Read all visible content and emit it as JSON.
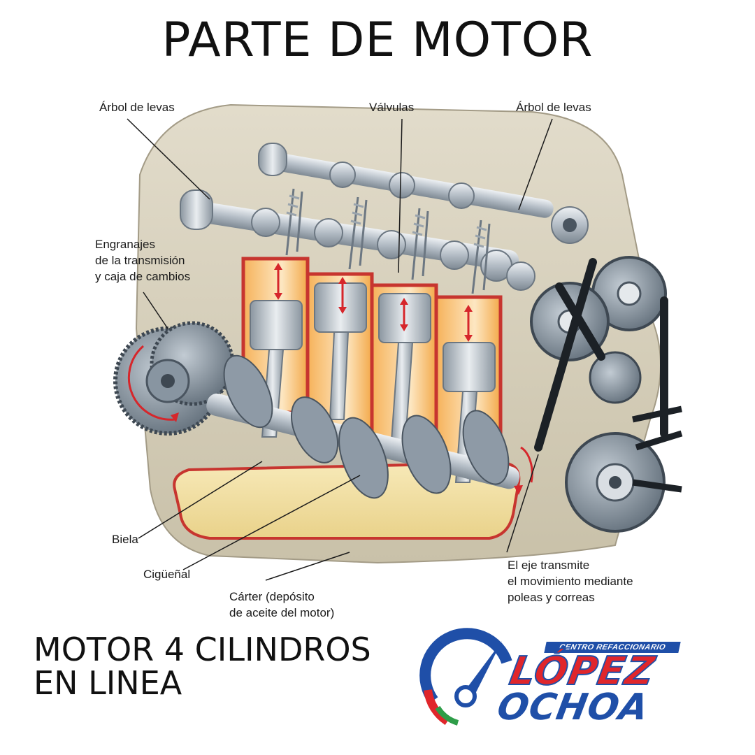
{
  "header": {
    "title": "PARTE DE MOTOR"
  },
  "labels": {
    "camshaft_left": "Árbol de levas",
    "valves": "Válvulas",
    "camshaft_right": "Árbol de levas",
    "gears": "Engranajes\nde la transmisión\ny caja de cambios",
    "connecting_rod": "Biela",
    "crankshaft": "Cigüeñal",
    "crankcase": "Cárter (depósito\nde aceite del motor)",
    "shaft": "El eje transmite\nel movimiento mediante\npoleas y correas"
  },
  "footer": {
    "caption_line1": "MOTOR 4 CILINDROS",
    "caption_line2": "EN LINEA"
  },
  "logo": {
    "tagline": "CENTRO REFACCIONARIO",
    "word1": "LÓPEZ",
    "word2": "OCHOA"
  },
  "colors": {
    "accent_red": "#d6262b",
    "brand_blue": "#1f4fa8",
    "brand_green": "#2e9d48",
    "metal": "#a9b3bd",
    "engine_block": "#d9d3c2"
  },
  "icons": {
    "logo_mark": "speedometer-icon"
  }
}
